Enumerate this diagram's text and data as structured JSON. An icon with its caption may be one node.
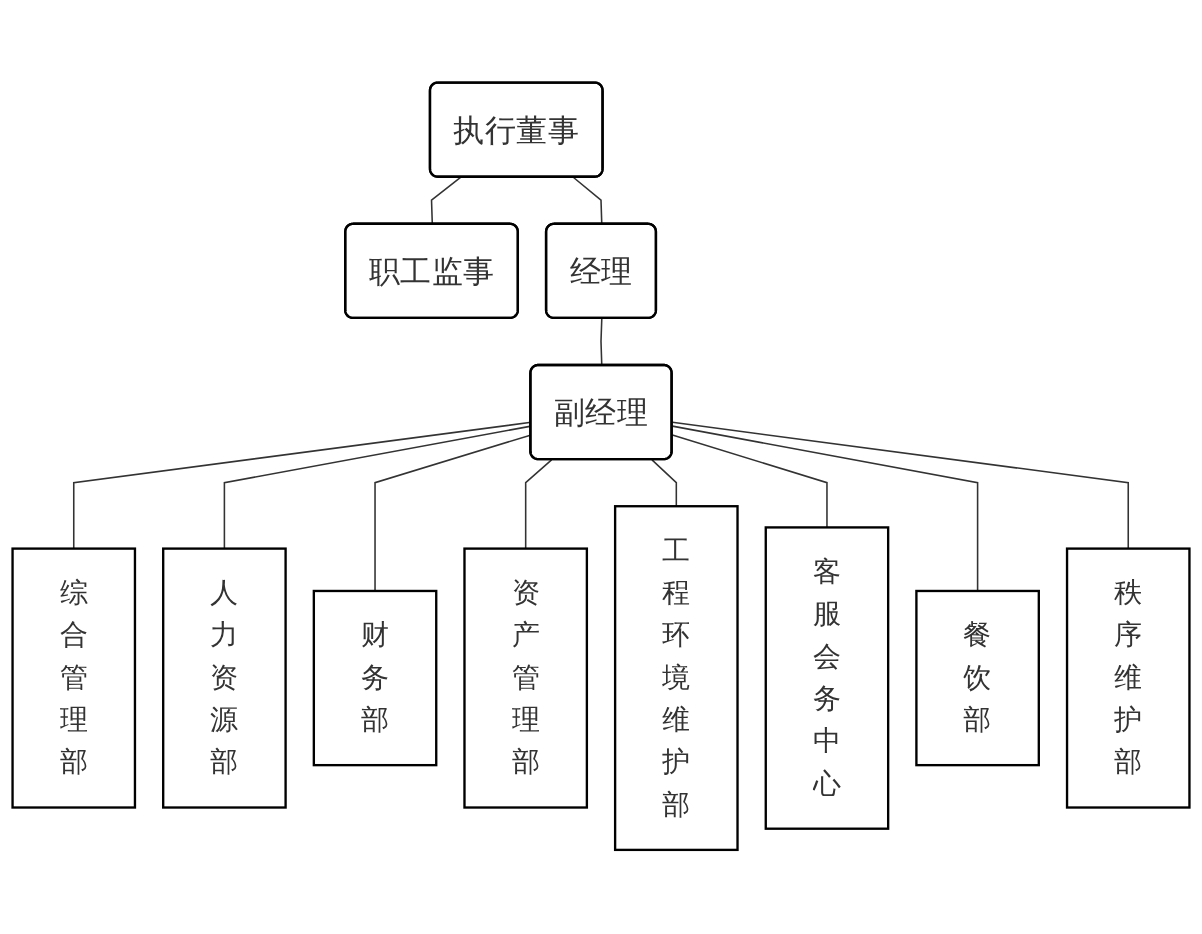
{
  "diagram": {
    "nodes": [
      {
        "text": [
          "执行董事"
        ]
      },
      {
        "text": [
          "职工监事"
        ]
      },
      {
        "text": [
          "经理"
        ]
      },
      {
        "text": [
          "副经理"
        ]
      },
      {
        "text": [
          "综合管理部"
        ]
      },
      {
        "text": [
          "人力资源部"
        ]
      },
      {
        "text": [
          "财务部"
        ]
      },
      {
        "text": [
          "资产管理部"
        ]
      },
      {
        "text": [
          "工程环境维护部"
        ]
      },
      {
        "text": [
          "客服会务中心"
        ]
      },
      {
        "text": [
          "餐饮部"
        ]
      },
      {
        "text": [
          "秩序维护部"
        ]
      }
    ],
    "edges": [
      {
        "from": 0,
        "to": 1,
        "arrow": "none"
      },
      {
        "from": 0,
        "to": 2,
        "arrow": "none"
      },
      {
        "from": 2,
        "to": 3,
        "arrow": "none"
      },
      {
        "from": 3,
        "to": 4,
        "arrow": "none"
      },
      {
        "from": 3,
        "to": 5,
        "arrow": "none"
      },
      {
        "from": 3,
        "to": 6,
        "arrow": "none"
      },
      {
        "from": 3,
        "to": 7,
        "arrow": "none"
      },
      {
        "from": 3,
        "to": 8,
        "arrow": "none"
      },
      {
        "from": 3,
        "to": 9,
        "arrow": "none"
      },
      {
        "from": 3,
        "to": 10,
        "arrow": "none"
      },
      {
        "from": 3,
        "to": 11,
        "arrow": "none"
      }
    ]
  }
}
